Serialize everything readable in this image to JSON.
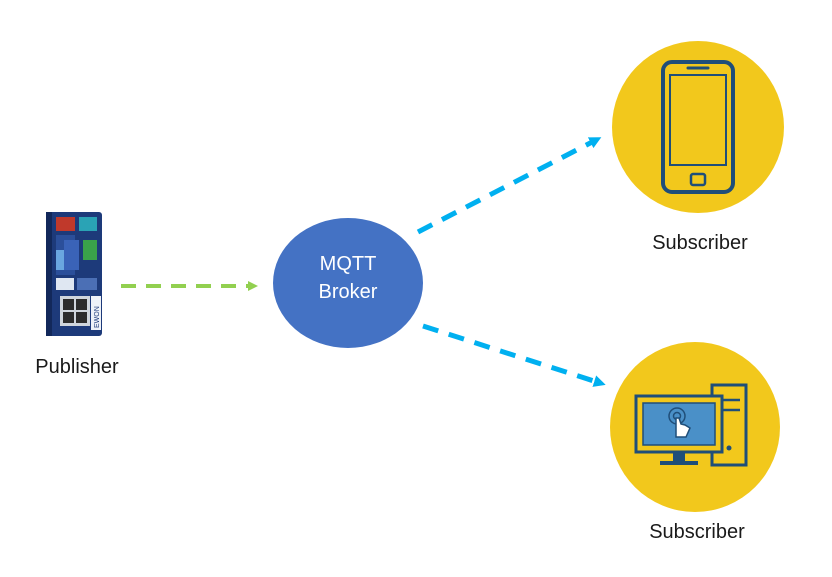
{
  "publisher": {
    "label": "Publisher",
    "device_badge": "EWON"
  },
  "broker": {
    "line1": "MQTT",
    "line2": "Broker",
    "color": "#4472c4"
  },
  "subscribers": [
    {
      "label": "Subscriber",
      "icon": "smartphone-icon"
    },
    {
      "label": "Subscriber",
      "icon": "desktop-computer-icon"
    }
  ],
  "colors": {
    "publish_arrow": "#92d050",
    "subscribe_arrow": "#00b0f0",
    "subscriber_circle": "#f2c81c",
    "icon_stroke": "#1f4e79",
    "icon_fill": "#4a90c8"
  }
}
